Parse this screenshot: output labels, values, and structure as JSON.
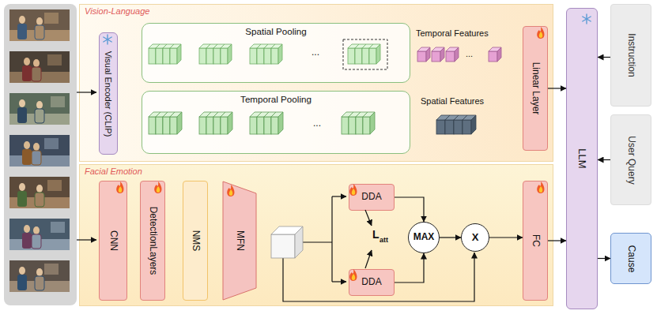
{
  "diagram": {
    "nodes": [
      {
        "text": [
          "Vision-Language"
        ]
      },
      {
        "text": [
          "Visual Encoder (CLIP)"
        ],
        "in": 0
      },
      {
        "text": [
          "Spatial Pooling"
        ],
        "in": 0
      },
      {
        "text": [
          "Temporal Pooling"
        ],
        "in": 0
      },
      {
        "text": [
          "Linear Layer"
        ],
        "in": 0
      },
      {
        "text": [
          "Facial Emotion"
        ]
      },
      {
        "text": [
          "CNN"
        ],
        "in": 5
      },
      {
        "text": [
          "DetectionLayers"
        ],
        "in": 5
      },
      {
        "text": [
          "NMS"
        ],
        "in": 5
      },
      {
        "text": [
          "MFN"
        ],
        "in": 5
      },
      {
        "text": [
          "DDA"
        ],
        "in": 5
      },
      {
        "text": [
          "DDA"
        ],
        "in": 5
      },
      {
        "text": [
          "MAX"
        ],
        "in": 5
      },
      {
        "text": [
          "X"
        ],
        "in": 5
      },
      {
        "text": [
          "FC"
        ],
        "in": 5
      },
      {
        "text": [
          "LLM"
        ]
      },
      {
        "text": [
          "Instruction"
        ]
      },
      {
        "text": [
          "User Query"
        ]
      },
      {
        "text": [
          "Cause"
        ]
      }
    ],
    "edges": [
      {
        "from": 10,
        "to": 12,
        "arrow": "to"
      },
      {
        "from": 11,
        "to": 12,
        "arrow": "to"
      },
      {
        "from": 12,
        "to": 13,
        "arrow": "to"
      },
      {
        "from": 13,
        "to": 14,
        "arrow": "to"
      },
      {
        "from": 14,
        "to": 15,
        "arrow": "to"
      },
      {
        "from": 4,
        "to": 15,
        "arrow": "to"
      },
      {
        "from": 16,
        "to": 15,
        "arrow": "to"
      },
      {
        "from": 17,
        "to": 15,
        "arrow": "to"
      },
      {
        "from": 15,
        "to": 18,
        "arrow": "to"
      }
    ],
    "labels": [
      "Temporal Features",
      "Spatial Features",
      "...",
      "...",
      "...",
      "L",
      "att"
    ]
  }
}
